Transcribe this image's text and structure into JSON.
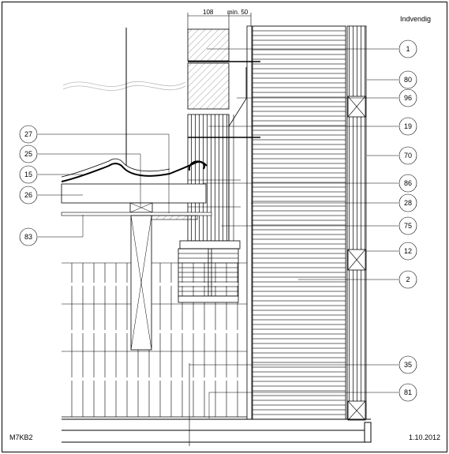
{
  "header": {
    "side_label": "Indvendig",
    "dim_1": "108",
    "dim_2": "min. 50"
  },
  "footer": {
    "drawing_code": "M7KB2",
    "date": "1.10.2012"
  },
  "callouts_left": [
    "27",
    "25",
    "15",
    "26",
    "83"
  ],
  "callouts_right": [
    "1",
    "80",
    "96",
    "19",
    "70",
    "86",
    "28",
    "75",
    "12",
    "2",
    "35",
    "81"
  ]
}
